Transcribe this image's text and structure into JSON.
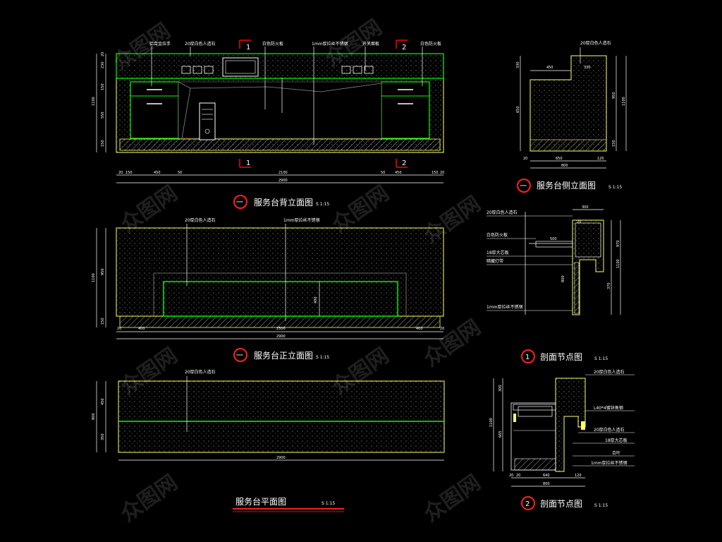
{
  "titles": {
    "back_elevation": {
      "text": "服务台背立面图",
      "scale": "S 1:15",
      "marker": "一"
    },
    "side_elevation": {
      "text": "服务台侧立面图",
      "scale": "S 1:15",
      "marker": "一"
    },
    "front_elevation": {
      "text": "服务台正立面图",
      "scale": "S 1:15",
      "marker": "一"
    },
    "section_1": {
      "text": "剖面节点图",
      "scale": "S 1:15",
      "marker": "1"
    },
    "section_2": {
      "text": "剖面节点图",
      "scale": "S 1:15",
      "marker": "2"
    },
    "plan": {
      "text": "服务台平面图",
      "scale": "S 1:15"
    }
  },
  "section_marks": {
    "a": "1",
    "b": "2"
  },
  "back_labels": [
    "铝合金拉手",
    "20厚白色人造石",
    "白色防火板",
    "1mm厚拉丝不锈钢",
    "开关面板",
    "白色防火板"
  ],
  "back_dims_bottom": [
    "20",
    "150",
    "450",
    "50",
    "2100",
    "50",
    "450",
    "150",
    "20"
  ],
  "back_total": "2900",
  "back_dims_left": [
    "20",
    "230",
    "150",
    "550",
    "150",
    "1100"
  ],
  "side_labels": [
    "20厚白色人造石"
  ],
  "side_dims_bottom": [
    "20",
    "650",
    "120",
    "800"
  ],
  "side_dims_top": [
    "450",
    "330"
  ],
  "side_dims_left": [
    "330",
    "650"
  ],
  "side_dims_right": [
    "950",
    "1100",
    "150"
  ],
  "front_labels": [
    "20厚白色人造石",
    "1mm厚拉丝不锈钢"
  ],
  "front_dims_bottom": [
    "20",
    "400",
    "2500",
    "400",
    "20"
  ],
  "front_total": "2900",
  "front_dims_left": [
    "950",
    "150",
    "1100"
  ],
  "front_dim_inner": "400",
  "plan_labels": [
    "20厚白色人造石"
  ],
  "plan_dims_left": [
    "450",
    "350",
    "800"
  ],
  "plan_total": "2900",
  "section1_labels": [
    "20厚白色人造石",
    "白色防火板",
    "18厚大芯板",
    "暗藏灯带",
    "1mm厚拉丝不锈钢"
  ],
  "section1_dims": [
    "300",
    "500",
    "970",
    "1100",
    "370",
    "800",
    "20"
  ],
  "section2_labels": [
    "20厚白色人造石",
    "L40*4镀锌角钢",
    "20厚白色人造石",
    "18厚大芯板",
    "合叶",
    "1mm厚拉丝不锈钢"
  ],
  "section2_dims_bottom": [
    "20",
    "20",
    "640",
    "120",
    "800"
  ],
  "section2_dims_left": [
    "300",
    "665",
    "1100"
  ],
  "watermark": "众图网",
  "colors": {
    "outline": "#ffff66",
    "green": "#00ff00",
    "line": "#ffffff",
    "red": "#ff0000",
    "hatch": "#888888",
    "marker_bg": "#dd2020"
  }
}
